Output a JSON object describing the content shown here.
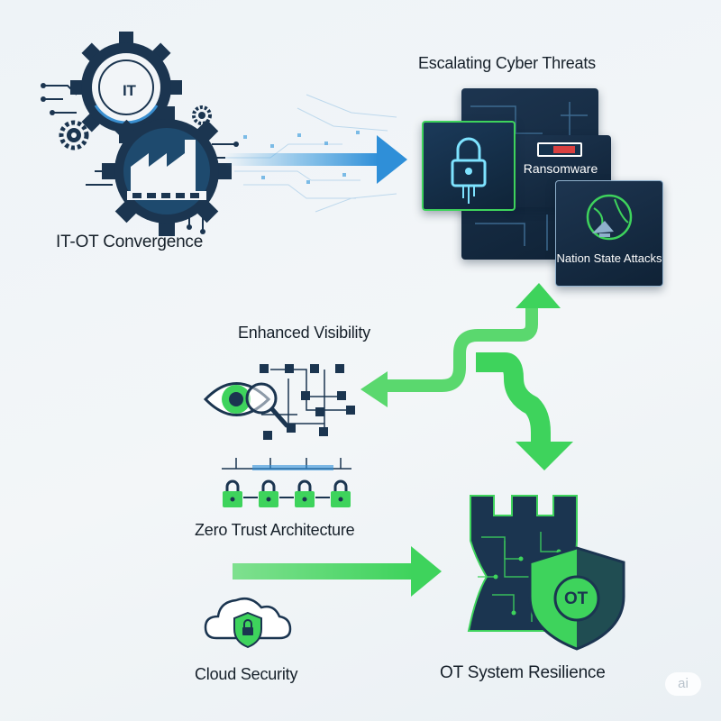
{
  "nodes": {
    "convergence": {
      "label": "IT-OT Convergence",
      "gear_text": "IT"
    },
    "threats": {
      "title": "Escalating Cyber Threats",
      "ransomware": "Ransomware",
      "nation_state": "Nation State Attacks"
    },
    "visibility": {
      "label": "Enhanced Visibility"
    },
    "zero_trust": {
      "label": "Zero Trust Architecture"
    },
    "cloud": {
      "label": "Cloud Security"
    },
    "resilience": {
      "label": "OT System Resilience",
      "shield_text": "OT"
    }
  },
  "watermark": "ai",
  "colors": {
    "navy": "#1b3550",
    "green": "#3ed35c",
    "blue_arrow": "#4aa3e0",
    "text": "#16202a"
  }
}
